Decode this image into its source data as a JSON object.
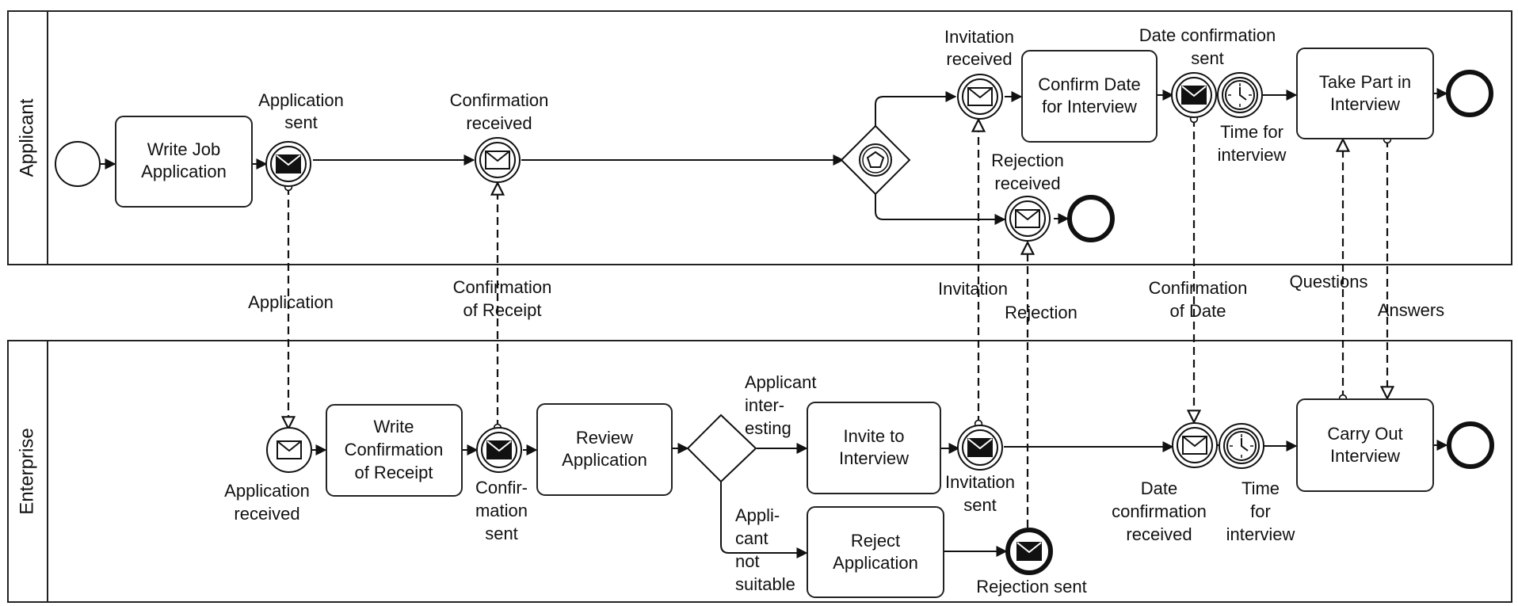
{
  "pools": {
    "applicant": "Applicant",
    "enterprise": "Enterprise"
  },
  "tasks": {
    "write_job_application": [
      "Write Job",
      "Application"
    ],
    "confirm_date": [
      "Confirm Date",
      "for Interview"
    ],
    "take_part": [
      "Take Part in",
      "Interview"
    ],
    "write_confirmation": [
      "Write",
      "Confirmation",
      "of Receipt"
    ],
    "review_application": [
      "Review",
      "Application"
    ],
    "invite": [
      "Invite to",
      "Interview"
    ],
    "reject": [
      "Reject",
      "Application"
    ],
    "carry_out": [
      "Carry Out",
      "Interview"
    ]
  },
  "events": {
    "application_sent": [
      "Application",
      "sent"
    ],
    "confirmation_received": [
      "Confirmation",
      "received"
    ],
    "invitation_received": [
      "Invitation",
      "received"
    ],
    "date_confirmation_sent": [
      "Date confirmation",
      "sent"
    ],
    "time_for_interview_applicant": [
      "Time for",
      "interview"
    ],
    "rejection_received": [
      "Rejection",
      "received"
    ],
    "application_received": [
      "Application",
      "received"
    ],
    "confirmation_sent": [
      "Confir-",
      "mation",
      "sent"
    ],
    "invitation_sent": [
      "Invitation",
      "sent"
    ],
    "rejection_sent": [
      "Rejection sent"
    ],
    "date_confirmation_received": [
      "Date",
      "confirmation",
      "received"
    ],
    "time_for_interview_enterprise": [
      "Time",
      "for",
      "interview"
    ]
  },
  "gateway_labels": {
    "applicant_interesting": [
      "Applicant",
      "inter-",
      "esting"
    ],
    "applicant_not_suitable": [
      "Appli-",
      "cant",
      "not",
      "suitable"
    ]
  },
  "messages": {
    "application": [
      "Application"
    ],
    "confirmation_of_receipt": [
      "Confirmation",
      "of Receipt"
    ],
    "invitation": [
      "Invitation"
    ],
    "rejection": [
      "Rejection"
    ],
    "confirmation_of_date": [
      "Confirmation",
      "of Date"
    ],
    "questions": [
      "Questions"
    ],
    "answers": [
      "Answers"
    ]
  },
  "colors": {
    "stroke": "#111111",
    "background": "#ffffff"
  }
}
